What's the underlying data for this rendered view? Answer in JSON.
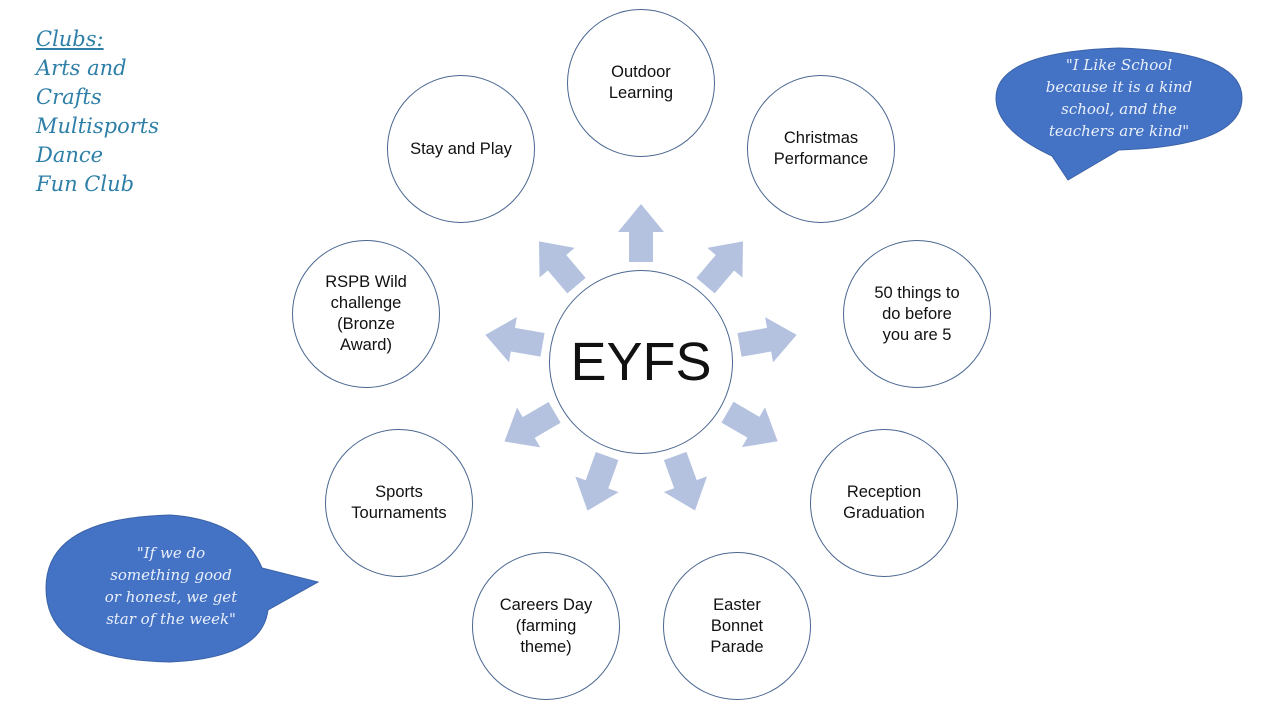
{
  "clubs": {
    "heading": "Clubs:",
    "items": [
      "Arts and",
      "Crafts",
      "Multisports",
      "Dance",
      "Fun Club"
    ]
  },
  "center": "EYFS",
  "nodes": [
    "Outdoor\nLearning",
    "Christmas\nPerformance",
    "50 things to\ndo before\nyou are 5",
    "Reception\nGraduation",
    "Easter\nBonnet\nParade",
    "Careers Day\n(farming\ntheme)",
    "Sports\nTournaments",
    "RSPB Wild\nchallenge\n(Bronze\nAward)",
    "Stay and Play"
  ],
  "quotes": {
    "top_right": "\"I Like School\nbecause it is a kind\nschool, and the\nteachers are kind\"",
    "bottom_left": "\"If we do\nsomething good\nor honest, we get\nstar of the week\""
  },
  "colors": {
    "arrow": "#b4c2e0",
    "bubble": "#4472c4",
    "circle_border": "#4a6791",
    "clubs_text": "#2e7fa8"
  }
}
